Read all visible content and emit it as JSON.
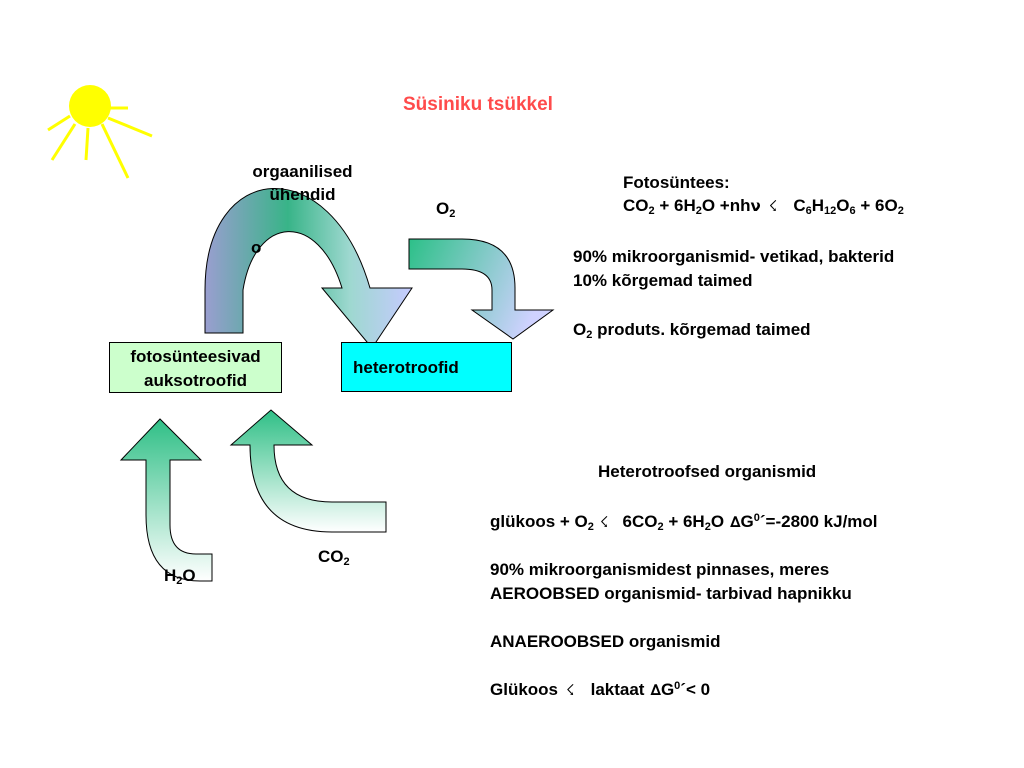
{
  "title": "Süsiniku tsükkel",
  "diagram": {
    "organic_top": "orgaanilised",
    "organic_bottom": "ühendid",
    "mid_label": "o",
    "o2_el": "O",
    "o2_sub": "2",
    "autotroph_line1": "fotosünteesivad",
    "autotroph_line2": "auksotroofid",
    "heterotroph": "heterotroofid",
    "co2_el": "CO",
    "co2_sub": "2",
    "h2o_h": "H",
    "h2o_sub": "2",
    "h2o_o": "O",
    "colors": {
      "sun": "#ffff00",
      "autotroph_box": "#ccffcc",
      "heterotroph_box": "#00ffff",
      "title": "#ff4b4b",
      "arrow_green": "#2fc389",
      "arrow_blue": "#c8ccff"
    }
  },
  "photosynthesis": {
    "heading": "Fotosüntees:",
    "eq": {
      "a": "CO",
      "a_sub": "2",
      "b": " + 6H",
      "b_sub": "2",
      "c": "O +nh",
      "nu": "ν",
      "arrow": "☇",
      "d": "C",
      "d_sub": "6",
      "e": "H",
      "e_sub": "12",
      "f": "O",
      "f_sub": "6",
      "g": " + 6O",
      "g_sub": "2"
    },
    "line1": "90% mikroorganismid- vetikad, bakterid",
    "line2": "10% kõrgemad taimed",
    "o2_el": "O",
    "o2_sub": "2",
    "o2_rest": " produts. kõrgemad taimed"
  },
  "heterotrophic": {
    "heading": "Heterotroofsed organismid",
    "eq": {
      "a": "glükoos + O",
      "a_sub": "2",
      "arrow": "☇",
      "b": "6CO",
      "b_sub": "2",
      "c": " + 6H",
      "c_sub": "2",
      "d": "O",
      "delta": "∆",
      "e": "G",
      "e_sup": "0",
      "f": "´=-2800 kJ/mol"
    },
    "line1": "90% mikroorganismidest pinnases, meres",
    "line2": "AEROOBSED organismid- tarbivad hapnikku",
    "line3": "ANAEROOBSED organismid",
    "last": {
      "a": "Glükoos",
      "arrow": "☇",
      "b": "laktaat",
      "delta": "∆",
      "c": "G",
      "c_sup": "0",
      "d": "´< 0"
    }
  }
}
